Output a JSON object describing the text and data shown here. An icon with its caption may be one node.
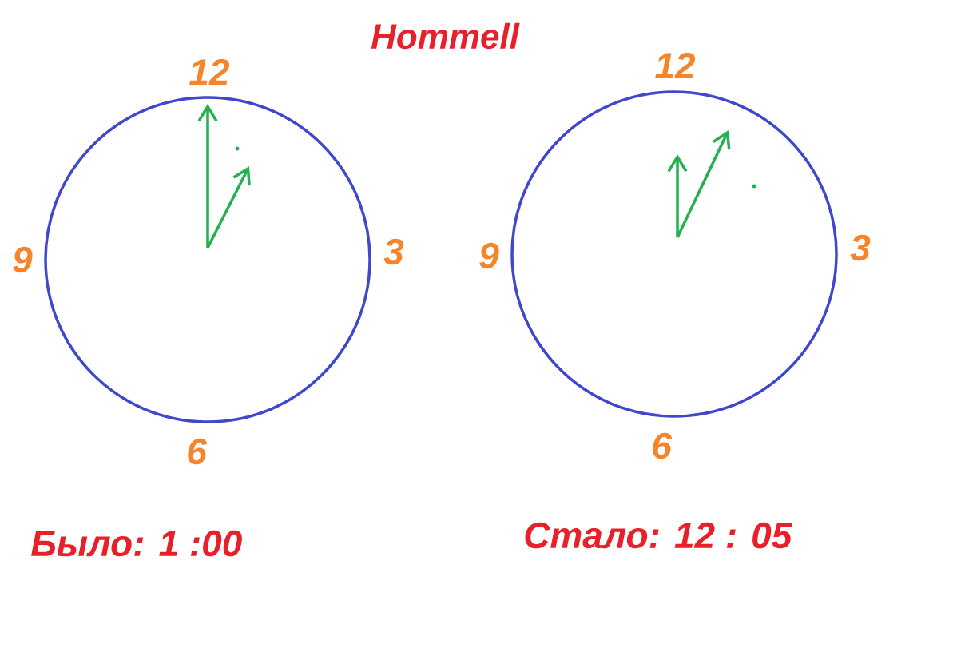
{
  "diagram": {
    "labels": [
      "Hommell",
      "12",
      "9",
      "3",
      "6",
      "12",
      "9",
      "3",
      "6",
      "Было: 1 :00",
      "Стало: 12 : 05"
    ]
  }
}
